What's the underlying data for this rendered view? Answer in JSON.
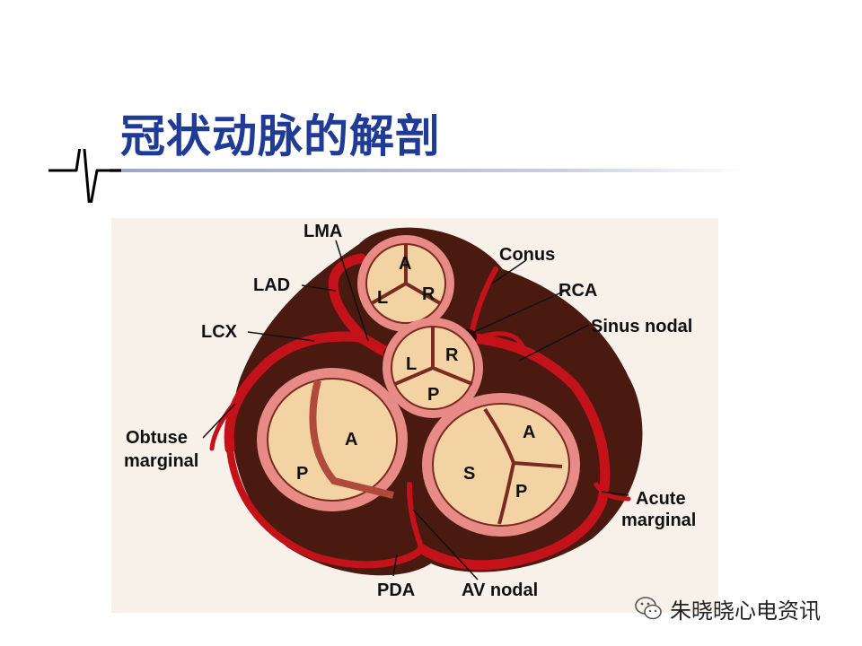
{
  "slide": {
    "title": "冠状动脉的解剖"
  },
  "diagram": {
    "labels": {
      "lma": "LMA",
      "lad": "LAD",
      "lcx": "LCX",
      "obtuse_1": "Obtuse",
      "obtuse_2": "marginal",
      "conus": "Conus",
      "rca": "RCA",
      "sinus_nodal": "Sinus nodal",
      "acute_1": "Acute",
      "acute_2": "marginal",
      "pda": "PDA",
      "av_nodal": "AV nodal"
    },
    "pulmonary_valve": {
      "anterior": "A",
      "left": "L",
      "right": "R"
    },
    "aortic_valve": {
      "left": "L",
      "right": "R",
      "posterior": "P"
    },
    "mitral_valve": {
      "anterior": "A",
      "posterior": "P"
    },
    "tricuspid_valve": {
      "anterior": "A",
      "septal": "S",
      "posterior": "P"
    },
    "colors": {
      "heart": "#4a1a10",
      "artery": "#c4121a",
      "valve_ring": "#e88a86",
      "valve_ring_inner": "#f0b0a4",
      "leaflet": "#f3d3a4",
      "background": "#f7f1ea"
    }
  },
  "watermark": {
    "text": "朱晓晓心电资讯",
    "icon": "wechat-icon"
  }
}
